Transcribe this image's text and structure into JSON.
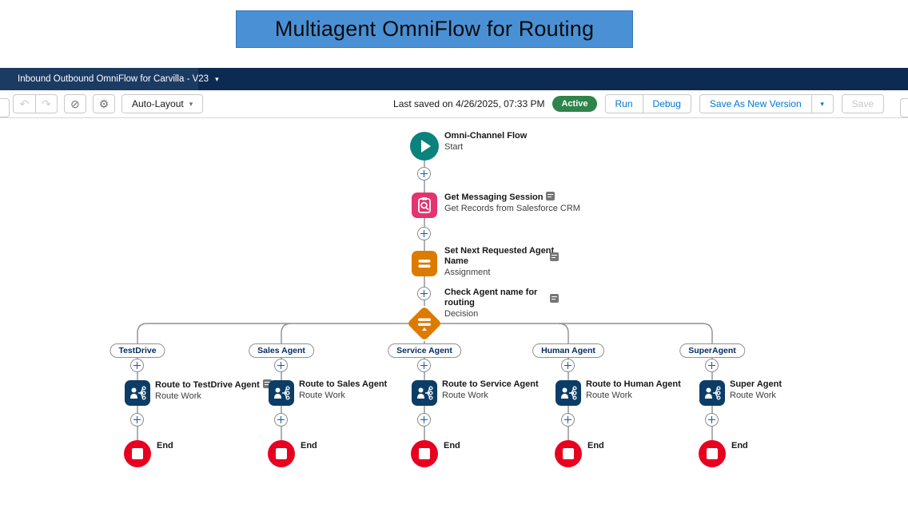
{
  "banner": {
    "title": "Multiagent OmniFlow for Routing"
  },
  "header": {
    "flow_title": "Inbound Outbound OmniFlow for Carvilla - V23"
  },
  "toolbar": {
    "auto_layout_label": "Auto-Layout",
    "last_saved": "Last saved on 4/26/2025, 07:33 PM",
    "status_badge": "Active",
    "run_label": "Run",
    "debug_label": "Debug",
    "save_as_new_version_label": "Save As New Version",
    "save_label": "Save"
  },
  "flow": {
    "start": {
      "title": "Omni-Channel Flow",
      "subtitle": "Start"
    },
    "get_records": {
      "title": "Get Messaging Session",
      "subtitle": "Get Records from Salesforce CRM"
    },
    "assignment": {
      "title": "Set Next Requested Agent Name",
      "subtitle": "Assignment"
    },
    "decision": {
      "title": "Check Agent name for routing",
      "subtitle": "Decision"
    },
    "branches": [
      {
        "label": "TestDrive",
        "node_title": "Route to TestDrive Agent",
        "node_subtitle": "Route Work"
      },
      {
        "label": "Sales Agent",
        "node_title": "Route to Sales Agent",
        "node_subtitle": "Route Work"
      },
      {
        "label": "Service Agent",
        "node_title": "Route to Service Agent",
        "node_subtitle": "Route Work"
      },
      {
        "label": "Human Agent",
        "node_title": "Route to Human Agent",
        "node_subtitle": "Route Work"
      },
      {
        "label": "SuperAgent",
        "node_title": "Super Agent",
        "node_subtitle": "Route Work"
      }
    ],
    "end_label": "End"
  },
  "colors": {
    "banner_blue": "#4a90d5",
    "header_navy": "#0d2b52",
    "accent_blue": "#0176d3",
    "active_green": "#2e844a",
    "start_teal": "#0b827c",
    "get_records_pink": "#e5336f",
    "assignment_orange": "#dd7a00",
    "route_navy": "#0b3d66",
    "end_red": "#e8001f"
  }
}
